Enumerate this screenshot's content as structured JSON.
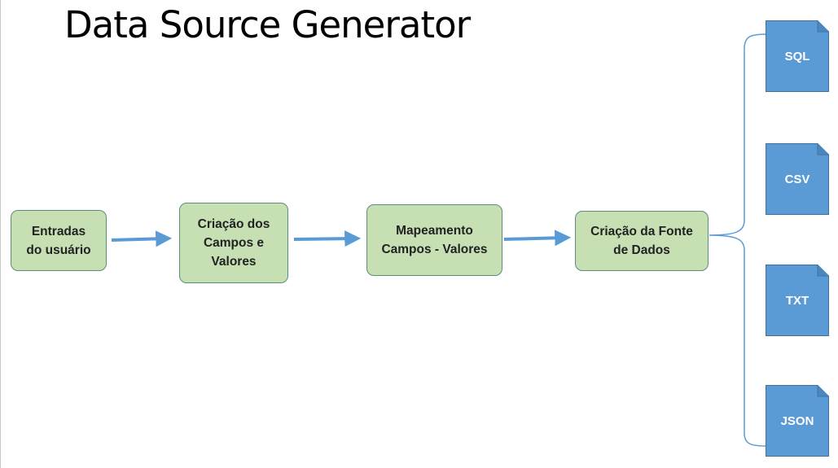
{
  "title": "Data Source Generator",
  "colors": {
    "step_fill": "#c6e0b4",
    "step_border": "#5b8f7a",
    "arrow": "#5b9bd5",
    "output_fill": "#5b9bd5",
    "brace": "#5b9bd5"
  },
  "steps": [
    {
      "lines": [
        "Entradas",
        "do usuário"
      ]
    },
    {
      "lines": [
        "Criação dos",
        "Campos e",
        "Valores"
      ]
    },
    {
      "lines": [
        "Mapeamento",
        "Campos - Valores"
      ]
    },
    {
      "lines": [
        "Criação da Fonte",
        "de Dados"
      ]
    }
  ],
  "outputs": [
    {
      "label": "SQL"
    },
    {
      "label": "CSV"
    },
    {
      "label": "TXT"
    },
    {
      "label": "JSON"
    }
  ]
}
